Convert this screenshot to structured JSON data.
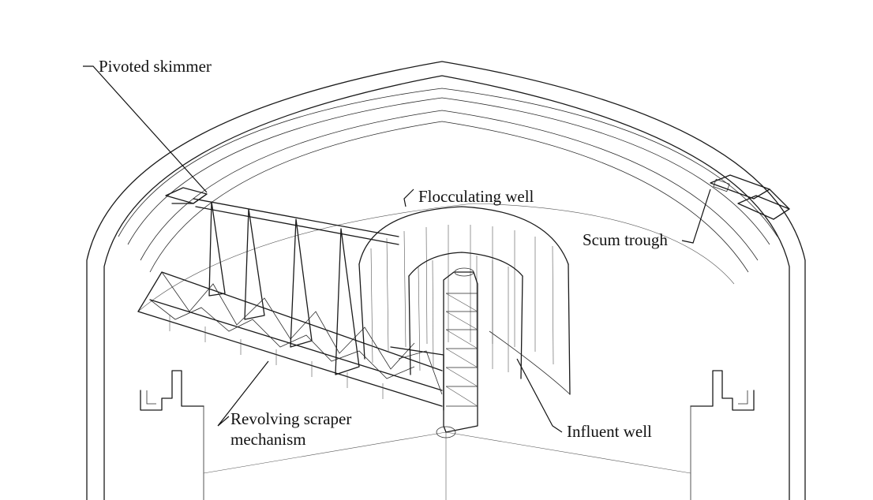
{
  "labels": {
    "pivoted_skimmer": "Pivoted skimmer",
    "flocculating_well": "Flocculating well",
    "scum_trough": "Scum trough",
    "revolving_scraper_line1": "Revolving scraper",
    "revolving_scraper_line2": "mechanism",
    "influent_well": "Influent well"
  }
}
